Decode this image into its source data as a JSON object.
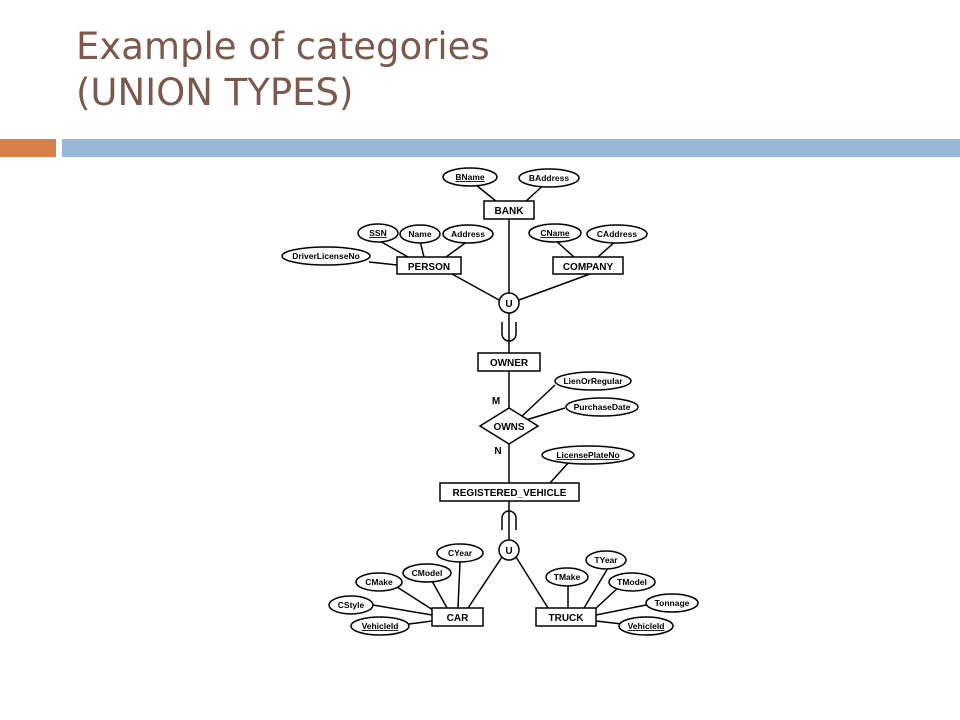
{
  "title": {
    "line1": "Example of categories",
    "line2": "(UNION TYPES)"
  },
  "colors": {
    "title": "#7a5a4e",
    "accent_bar": "#d9804a",
    "main_bar": "#98b7d6"
  },
  "diagram": {
    "entities": {
      "bank": "BANK",
      "person": "PERSON",
      "company": "COMPANY",
      "owner": "OWNER",
      "registered_vehicle": "REGISTERED_VEHICLE",
      "car": "CAR",
      "truck": "TRUCK"
    },
    "relationship": {
      "owns": "OWNS"
    },
    "cardinality": {
      "m": "M",
      "n": "N"
    },
    "union_symbol": "U",
    "attributes": {
      "bname": "BName",
      "baddress": "BAddress",
      "ssn": "SSN",
      "name": "Name",
      "address": "Address",
      "driver_license_no": "DriverLicenseNo",
      "cname": "CName",
      "caddress": "CAddress",
      "lien_or_regular": "LienOrRegular",
      "purchase_date": "PurchaseDate",
      "license_plate_no": "LicensePlateNo",
      "cyear": "CYear",
      "cmodel": "CModel",
      "cmake": "CMake",
      "cstyle": "CStyle",
      "car_vehicle_id": "VehicleId",
      "tyear": "TYear",
      "tmake": "TMake",
      "tmodel": "TModel",
      "tonnage": "Tonnage",
      "truck_vehicle_id": "VehicleId"
    }
  }
}
